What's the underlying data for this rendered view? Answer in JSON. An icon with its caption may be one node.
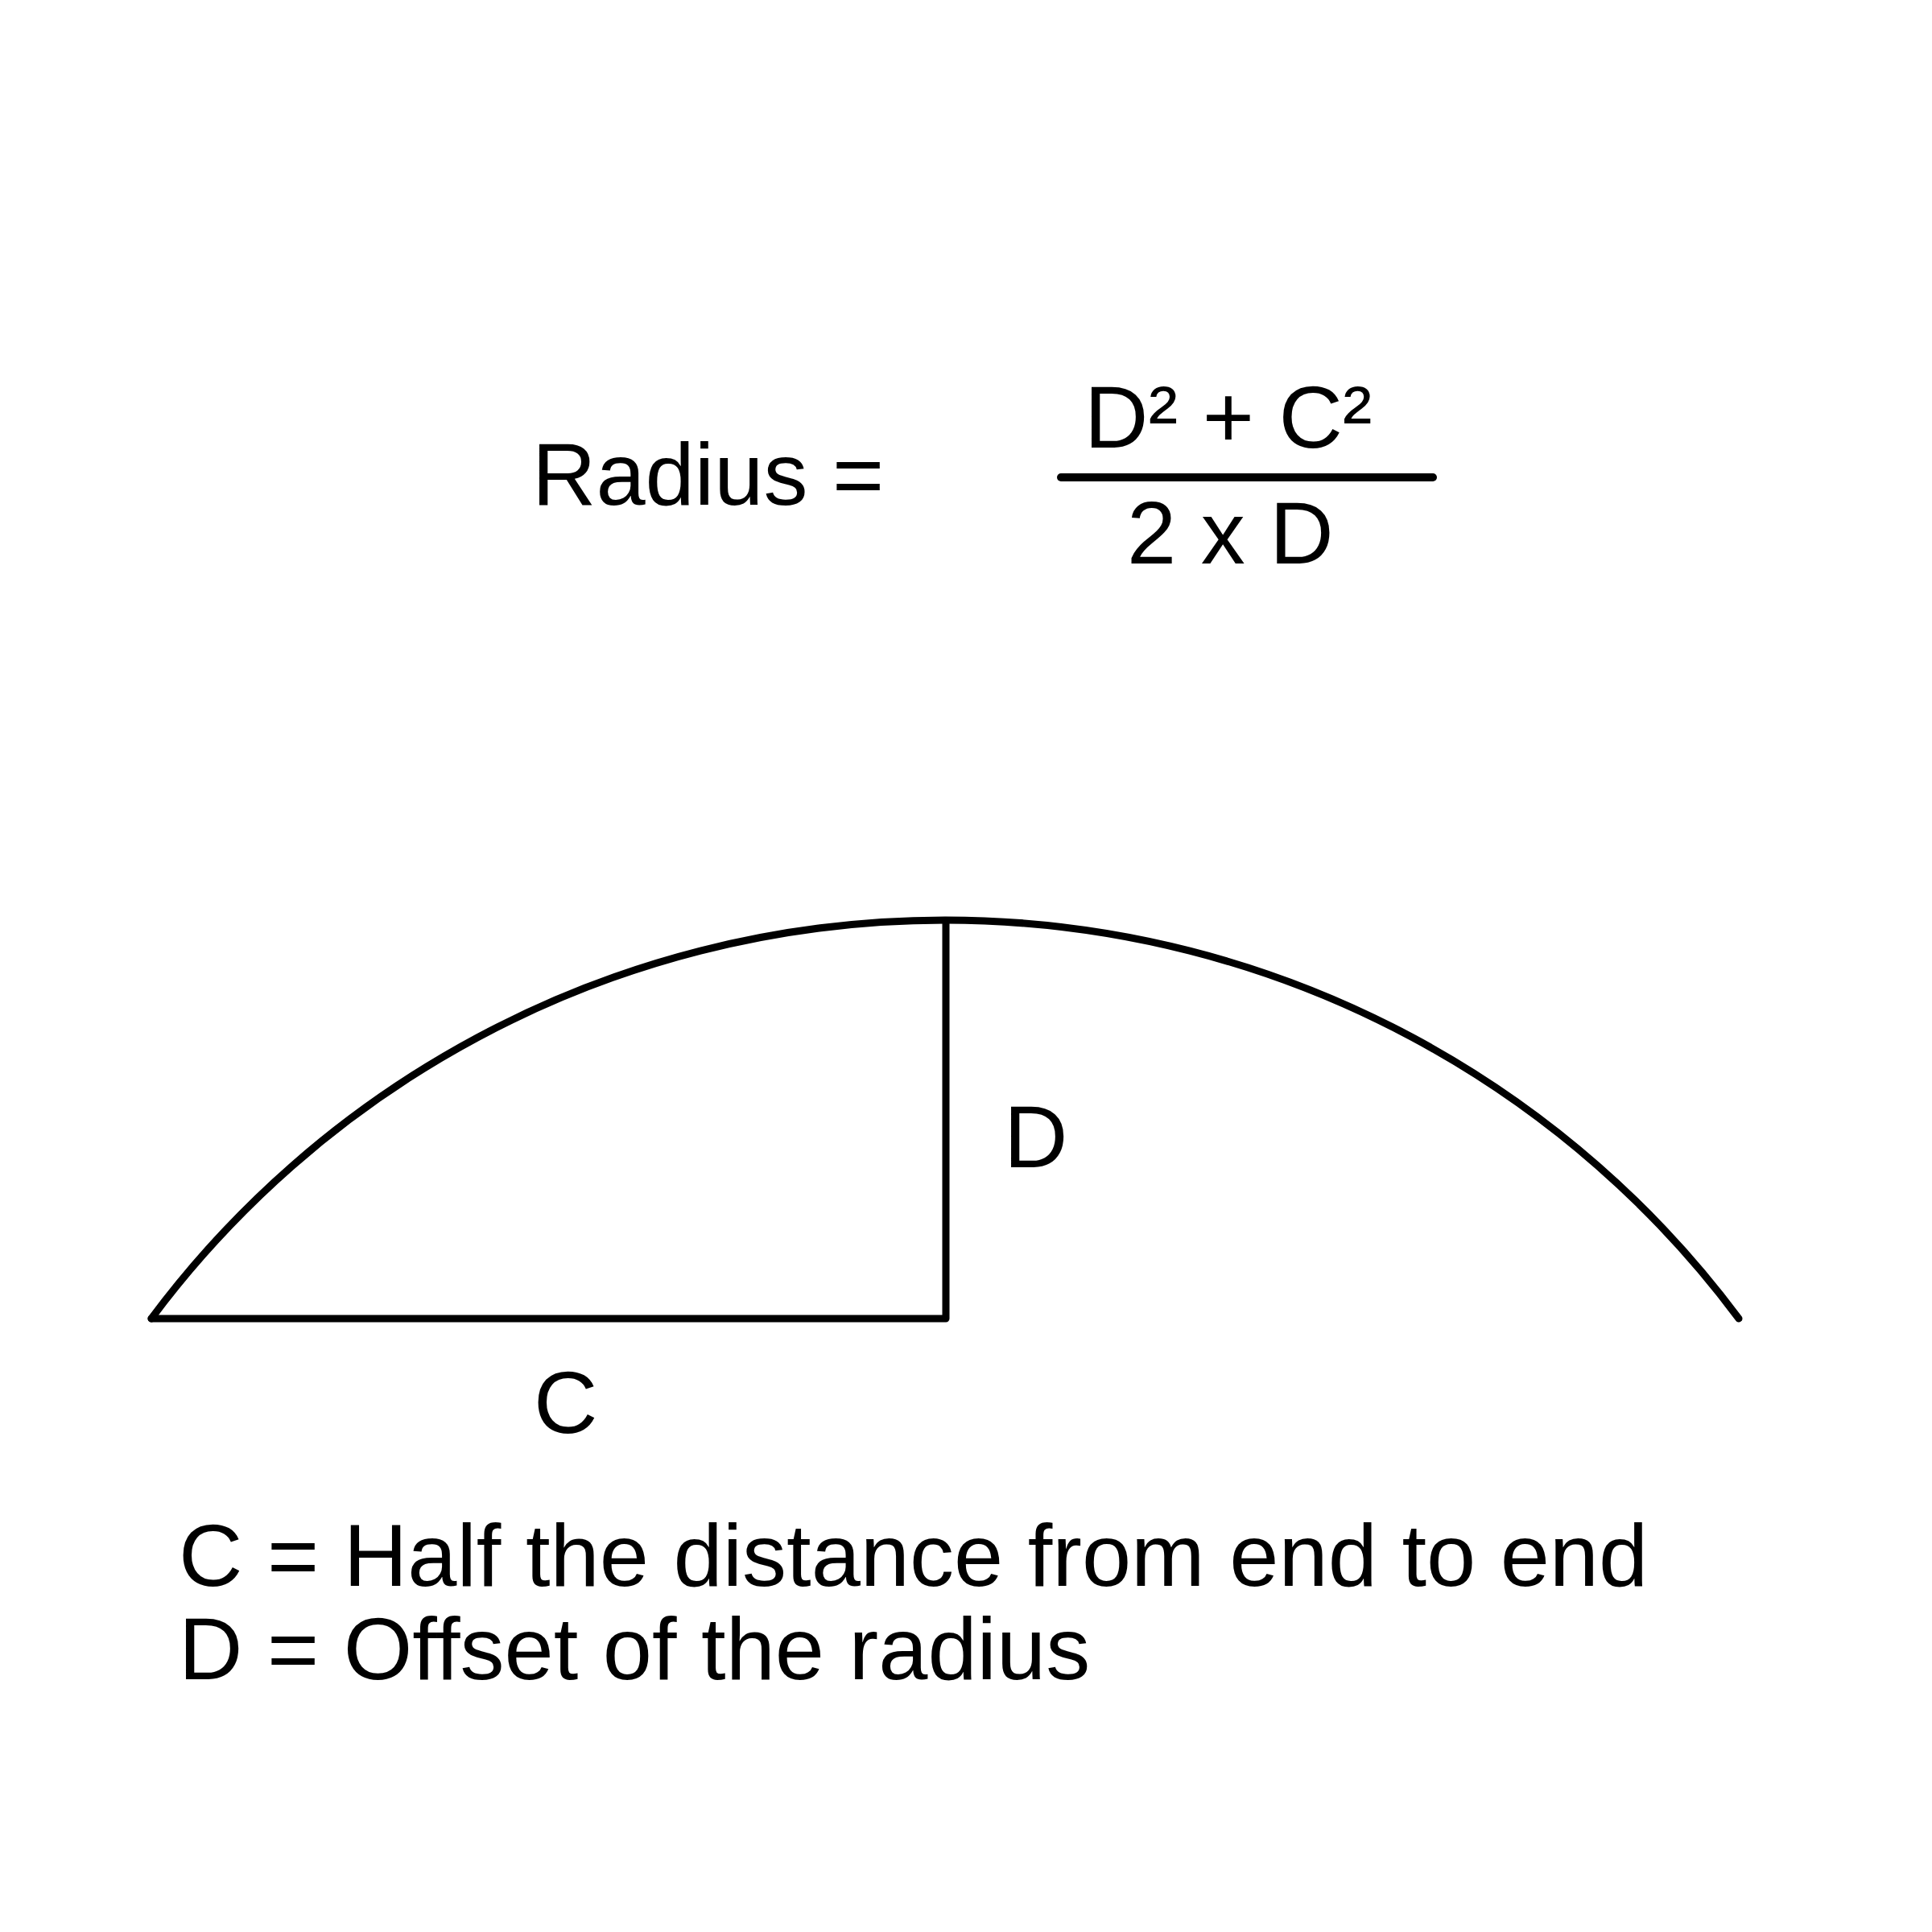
{
  "diagram": {
    "labels": [
      "Radius =",
      "D² + C²",
      "2 x D",
      "D",
      "C",
      "C = Half the distance from end to end",
      "D = Offset of the radius"
    ]
  }
}
